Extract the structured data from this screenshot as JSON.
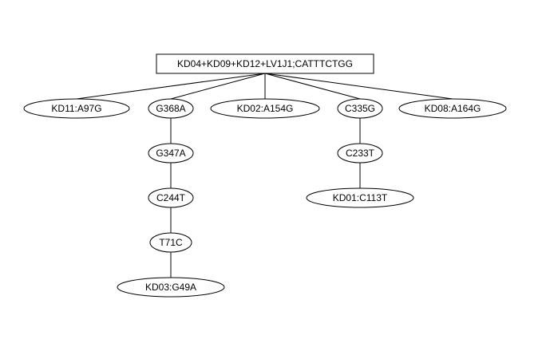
{
  "diagram": {
    "type": "tree",
    "colors": {
      "line": "#000000",
      "fill": "#ffffff",
      "text": "#000000",
      "background": "#ffffff"
    },
    "nodes": [
      {
        "id": "root",
        "label": "KD04+KD09+KD12+LV1J1;CATTTCTGG",
        "shape": "rect"
      },
      {
        "id": "n_kd11",
        "label": "KD11:A97G",
        "shape": "ellipse"
      },
      {
        "id": "n_g368a",
        "label": "G368A",
        "shape": "ellipse"
      },
      {
        "id": "n_kd02",
        "label": "KD02:A154G",
        "shape": "ellipse"
      },
      {
        "id": "n_c335g",
        "label": "C335G",
        "shape": "ellipse"
      },
      {
        "id": "n_kd08",
        "label": "KD08:A164G",
        "shape": "ellipse"
      },
      {
        "id": "n_g347a",
        "label": "G347A",
        "shape": "ellipse"
      },
      {
        "id": "n_c233t",
        "label": "C233T",
        "shape": "ellipse"
      },
      {
        "id": "n_c244t",
        "label": "C244T",
        "shape": "ellipse"
      },
      {
        "id": "n_kd01",
        "label": "KD01:C113T",
        "shape": "ellipse"
      },
      {
        "id": "n_t71c",
        "label": "T71C",
        "shape": "ellipse"
      },
      {
        "id": "n_kd03",
        "label": "KD03:G49A",
        "shape": "ellipse"
      }
    ],
    "edges": [
      [
        "root",
        "n_kd11"
      ],
      [
        "root",
        "n_g368a"
      ],
      [
        "root",
        "n_kd02"
      ],
      [
        "root",
        "n_c335g"
      ],
      [
        "root",
        "n_kd08"
      ],
      [
        "n_g368a",
        "n_g347a"
      ],
      [
        "n_g347a",
        "n_c244t"
      ],
      [
        "n_c244t",
        "n_t71c"
      ],
      [
        "n_t71c",
        "n_kd03"
      ],
      [
        "n_c335g",
        "n_c233t"
      ],
      [
        "n_c233t",
        "n_kd01"
      ]
    ]
  }
}
